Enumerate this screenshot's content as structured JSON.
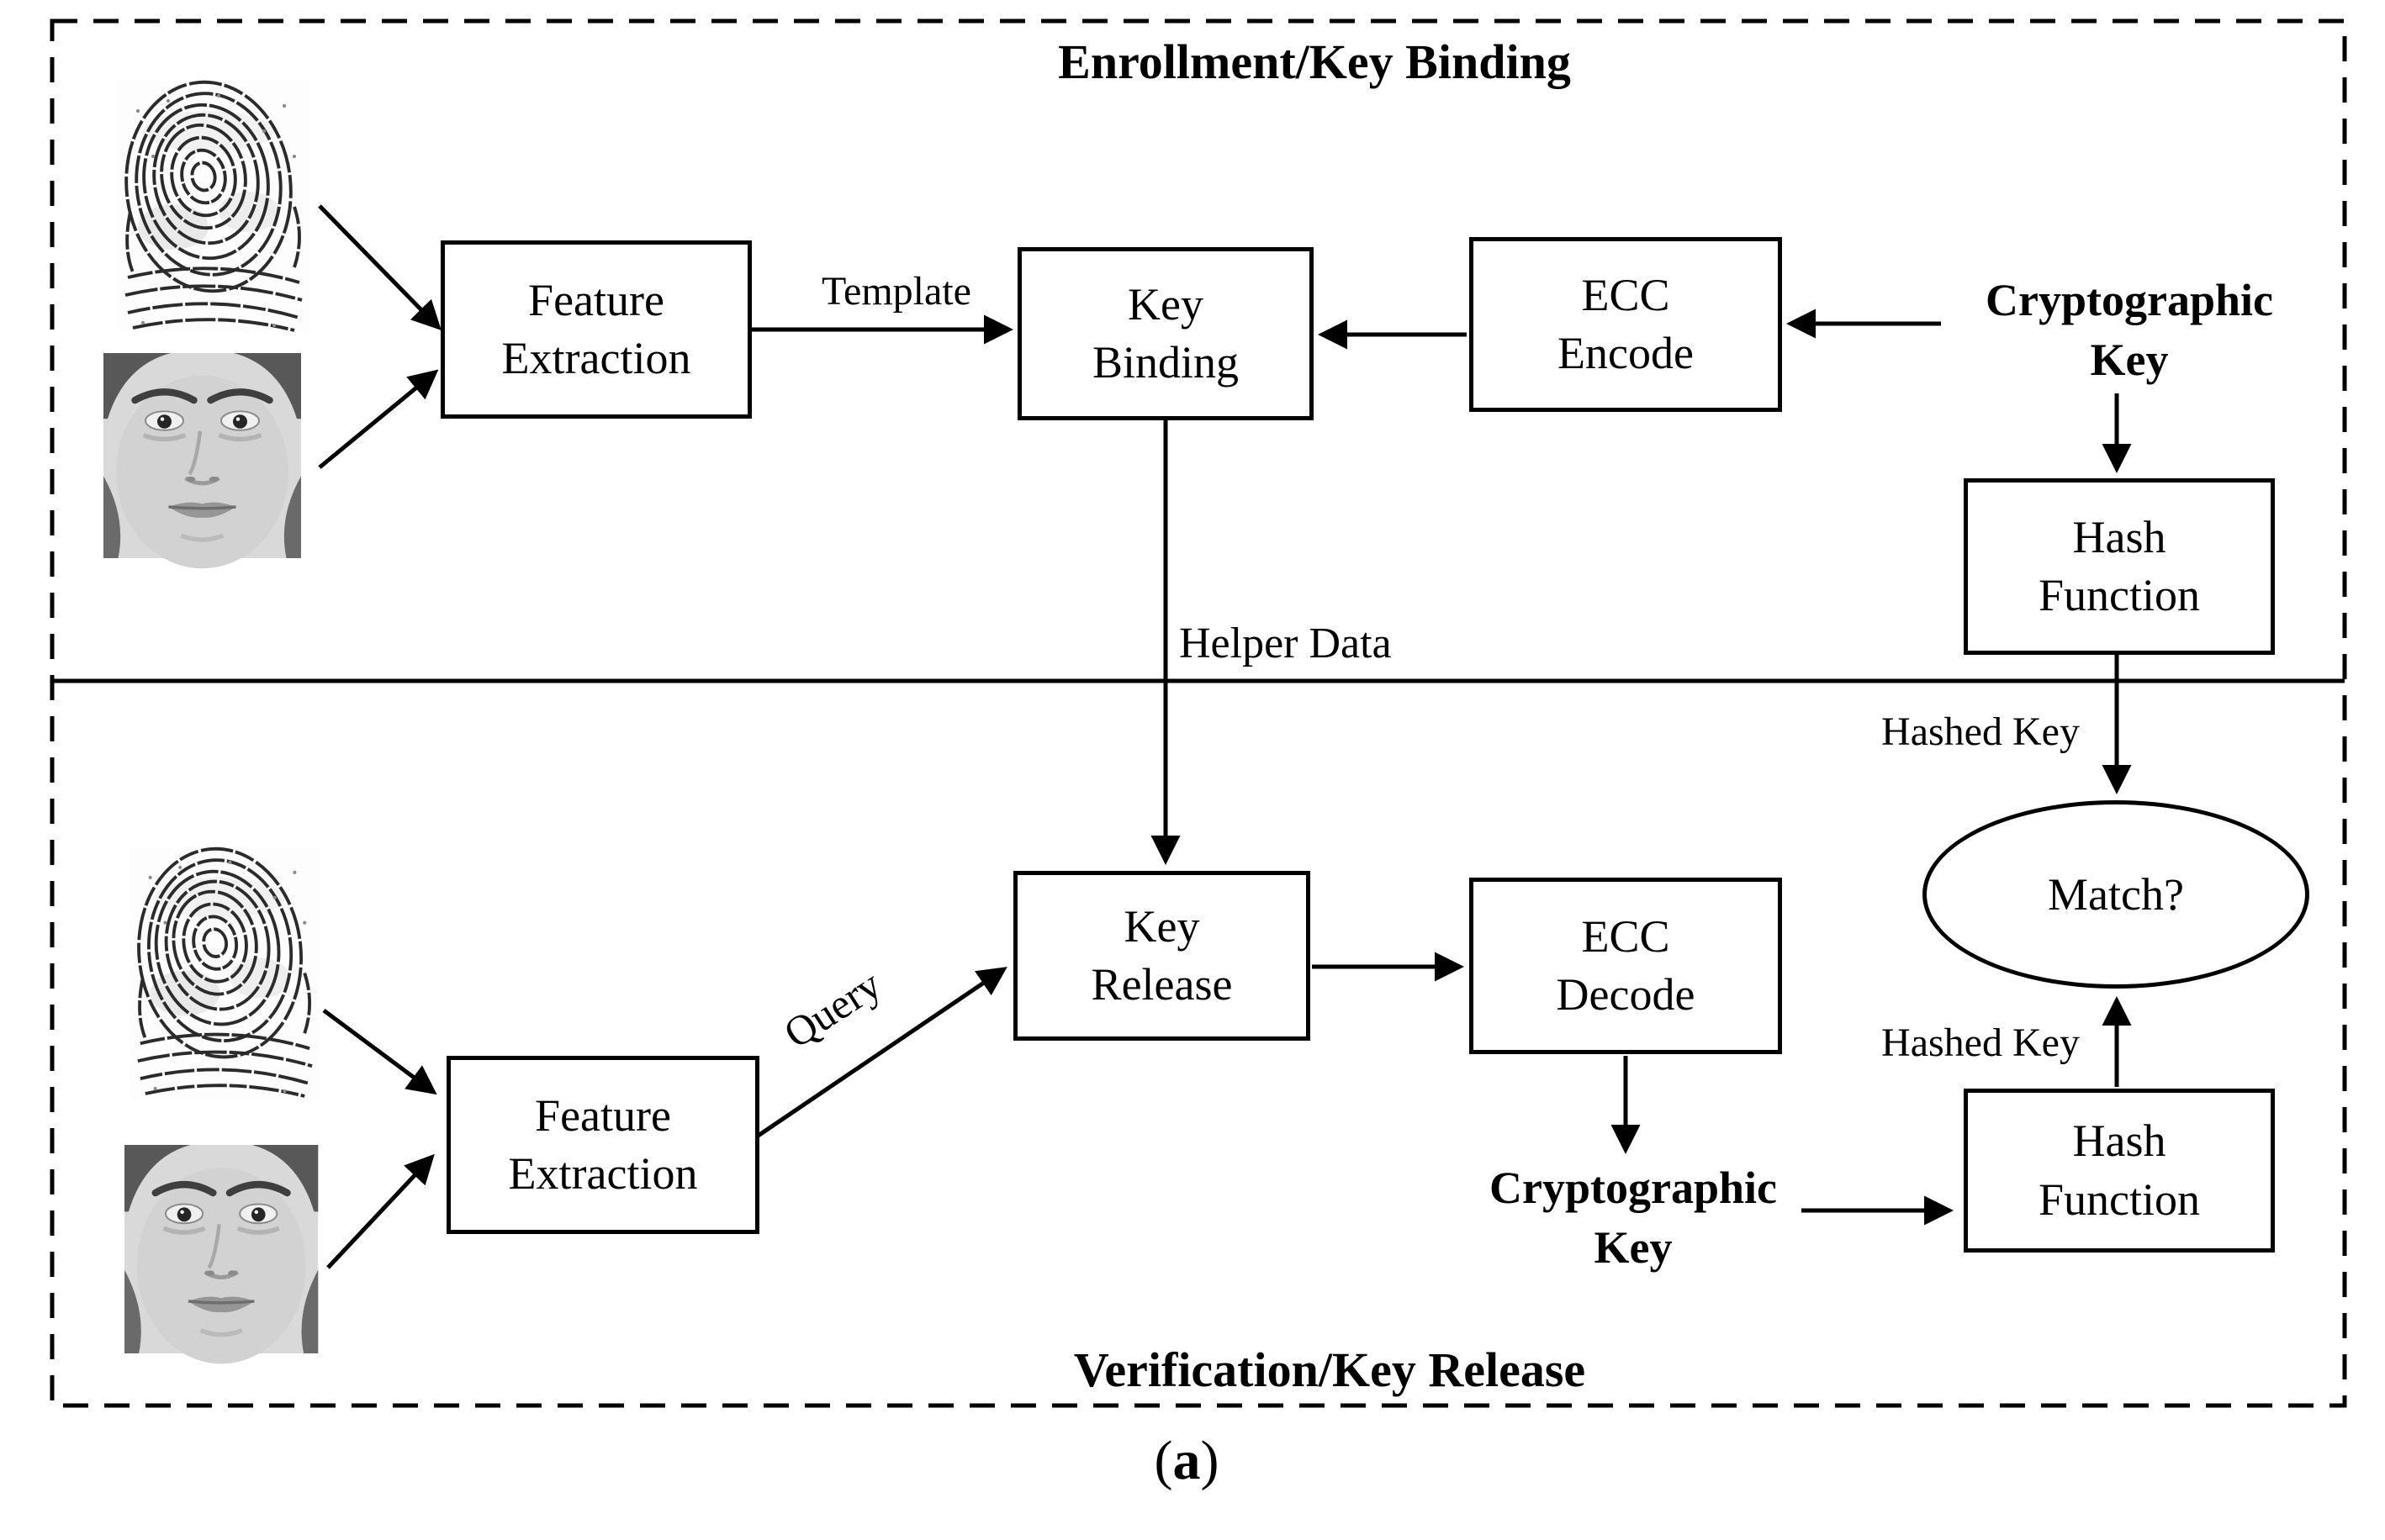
{
  "diagram": {
    "enrollment_title": "Enrollment/Key Binding",
    "verification_title": "Verification/Key Release",
    "caption": {
      "open": "(",
      "letter": "a",
      "close": ")"
    },
    "boxes": {
      "feature_extraction": "Feature\nExtraction",
      "key_binding": "Key\nBinding",
      "ecc_encode": "ECC\nEncode",
      "key_release": "Key\nRelease",
      "ecc_decode": "ECC\nDecode",
      "hash_function": "Hash\nFunction",
      "match": "Match?"
    },
    "labels": {
      "cryptographic_key": "Cryptographic\nKey",
      "template": "Template",
      "helper_data": "Helper Data",
      "query": "Query",
      "hashed_key": "Hashed Key"
    },
    "images": {
      "fingerprint": "fingerprint sample",
      "face": "face sample"
    },
    "colors": {
      "ink": "#000000",
      "background": "#ffffff"
    }
  }
}
